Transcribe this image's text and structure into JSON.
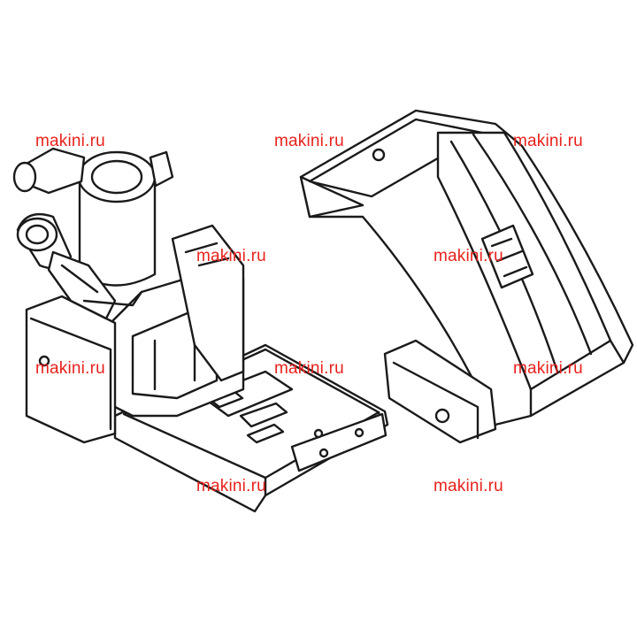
{
  "watermarks": [
    "makini.ru",
    "makini.ru",
    "makini.ru",
    "makini.ru",
    "makini.ru",
    "makini.ru",
    "makini.ru",
    "makini.ru",
    "makini.ru",
    "makini.ru"
  ],
  "colors": {
    "background": "#ffffff",
    "linework": "#1a1a1a",
    "watermark": "#e8221d"
  },
  "figures": {
    "left": "presser-foot-assembly",
    "right": "presser-foot-cover"
  }
}
